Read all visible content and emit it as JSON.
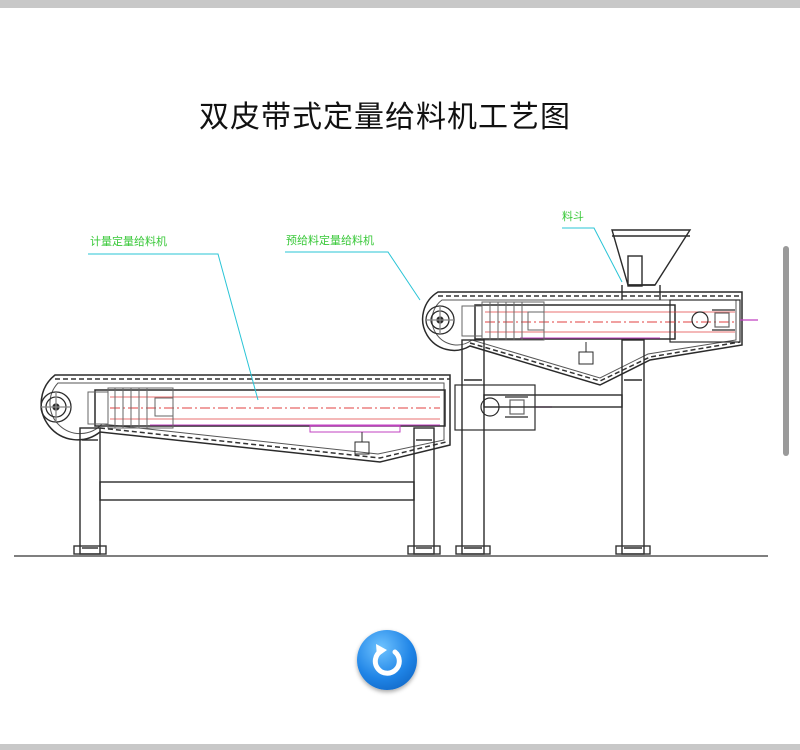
{
  "title": "双皮带式定量给料机工艺图",
  "labels": {
    "hopper": "料斗",
    "metering_feeder": "计量定量给料机",
    "pre_feeder": "预给料定量给料机"
  },
  "icons": {
    "refresh": "refresh-icon"
  },
  "colors": {
    "label_green": "#38c838",
    "leader_cyan": "#29c4d6",
    "frame_line": "#2b2b2b",
    "motor_line": "#888888",
    "center_line_red": "#e04040",
    "magenta_line": "#c040c0",
    "button_blue": "#1f84e6"
  }
}
